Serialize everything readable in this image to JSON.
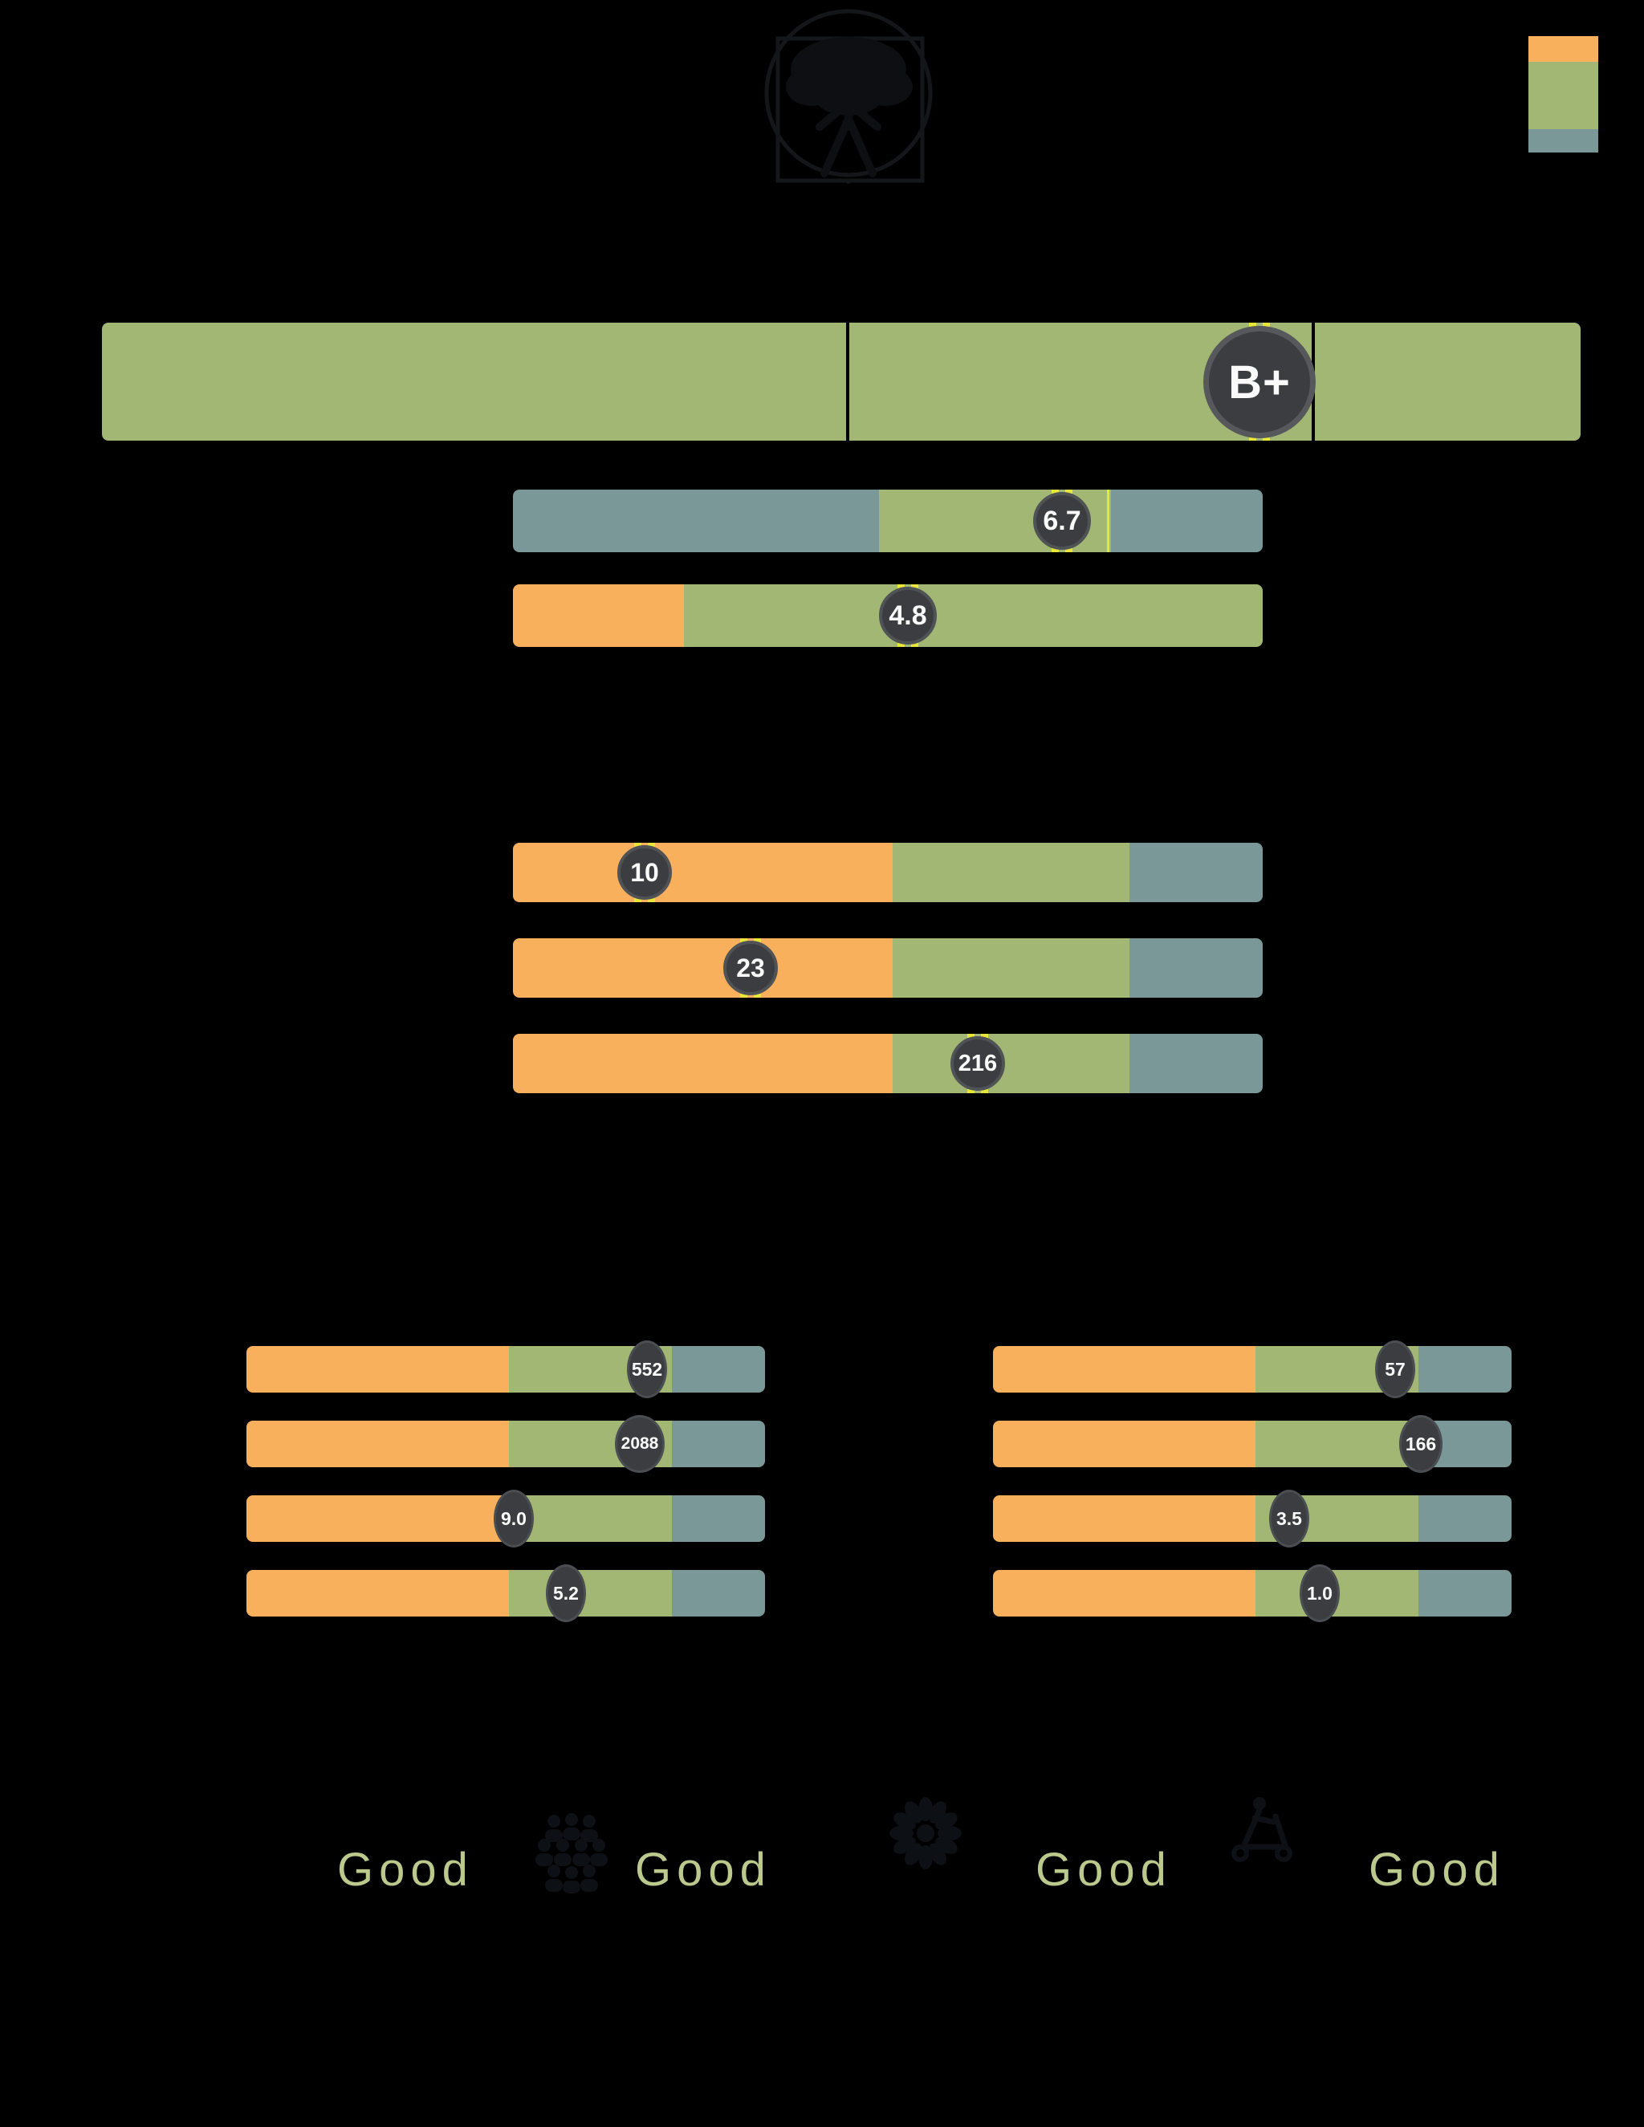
{
  "palette": {
    "background": "#000000",
    "orange": "#F9B05C",
    "green": "#A3B774",
    "teal": "#7A9897",
    "badge_fill": "#3B3D40",
    "badge_ring": "#56585B",
    "marker_yellow": "#E9E63B",
    "rating_text": "#BCC98C",
    "dark_icon": "#0D1014"
  },
  "legend": {
    "swatches": [
      {
        "name": "orange-swatch",
        "color": "#F9B05C"
      },
      {
        "name": "green-swatch",
        "color": "#A3B774"
      },
      {
        "name": "teal-swatch",
        "color": "#7A9897"
      }
    ]
  },
  "grade_bar": {
    "grade": "B+"
  },
  "score_bars": [
    {
      "value": "6.7"
    },
    {
      "value": "4.8"
    }
  ],
  "metric_bars": [
    {
      "value": "10"
    },
    {
      "value": "23"
    },
    {
      "value": "216"
    }
  ],
  "left_metrics": [
    {
      "value": "552"
    },
    {
      "value": "2088"
    },
    {
      "value": "9.0"
    },
    {
      "value": "5.2"
    }
  ],
  "right_metrics": [
    {
      "value": "57"
    },
    {
      "value": "166"
    },
    {
      "value": "3.5"
    },
    {
      "value": "1.0"
    }
  ],
  "ratings": [
    {
      "label": "Good"
    },
    {
      "label": "Good"
    },
    {
      "label": "Good"
    },
    {
      "label": "Good"
    }
  ],
  "chart_data": [
    {
      "type": "bar",
      "title": "overall-grade-scale",
      "value": "B+",
      "badge_pct": 78.3,
      "segments": [
        {
          "color": "green",
          "pct": 50.4
        },
        {
          "color": "green",
          "pct": 31.5
        },
        {
          "color": "green",
          "pct": 18.1
        }
      ],
      "notes": "single green scale split by two black dividers; grade badge sits on second divider"
    },
    {
      "type": "bullet",
      "title": "score-gauge-1",
      "value": 6.7,
      "badge_pct": 73.2,
      "marker_line_pct": 79.6,
      "segments": [
        {
          "color": "teal",
          "pct": 48.8
        },
        {
          "color": "green",
          "pct": 31.0
        },
        {
          "color": "teal",
          "pct": 20.2
        }
      ]
    },
    {
      "type": "bullet",
      "title": "score-gauge-2",
      "value": 4.8,
      "badge_pct": 52.7,
      "segments": [
        {
          "color": "orange",
          "pct": 22.8
        },
        {
          "color": "green",
          "pct": 77.2
        }
      ]
    },
    {
      "type": "bullet",
      "title": "metric-gauge-1",
      "value": 10,
      "badge_pct": 17.6,
      "segments": [
        {
          "color": "orange",
          "pct": 50.6
        },
        {
          "color": "green",
          "pct": 31.6
        },
        {
          "color": "teal",
          "pct": 17.8
        }
      ]
    },
    {
      "type": "bullet",
      "title": "metric-gauge-2",
      "value": 23,
      "badge_pct": 31.7,
      "segments": [
        {
          "color": "orange",
          "pct": 50.6
        },
        {
          "color": "green",
          "pct": 31.6
        },
        {
          "color": "teal",
          "pct": 17.8
        }
      ]
    },
    {
      "type": "bullet",
      "title": "metric-gauge-3",
      "value": 216,
      "badge_pct": 62.0,
      "segments": [
        {
          "color": "orange",
          "pct": 50.6
        },
        {
          "color": "green",
          "pct": 31.6
        },
        {
          "color": "teal",
          "pct": 17.8
        }
      ]
    },
    {
      "type": "bullet",
      "title": "left-small-gauge-1",
      "value": 552,
      "badge_pct": 77.2,
      "segments": [
        {
          "color": "orange",
          "pct": 50.6
        },
        {
          "color": "green",
          "pct": 31.4
        },
        {
          "color": "teal",
          "pct": 18.0
        }
      ]
    },
    {
      "type": "bullet",
      "title": "left-small-gauge-2",
      "value": 2088,
      "badge_pct": 75.9,
      "segments": [
        {
          "color": "orange",
          "pct": 50.6
        },
        {
          "color": "green",
          "pct": 31.4
        },
        {
          "color": "teal",
          "pct": 18.0
        }
      ]
    },
    {
      "type": "bullet",
      "title": "left-small-gauge-3",
      "value": 9.0,
      "badge_pct": 51.5,
      "segments": [
        {
          "color": "orange",
          "pct": 50.6
        },
        {
          "color": "green",
          "pct": 31.4
        },
        {
          "color": "teal",
          "pct": 18.0
        }
      ]
    },
    {
      "type": "bullet",
      "title": "left-small-gauge-4",
      "value": 5.2,
      "badge_pct": 61.6,
      "segments": [
        {
          "color": "orange",
          "pct": 50.6
        },
        {
          "color": "green",
          "pct": 31.4
        },
        {
          "color": "teal",
          "pct": 18.0
        }
      ]
    },
    {
      "type": "bullet",
      "title": "right-small-gauge-1",
      "value": 57,
      "badge_pct": 77.6,
      "segments": [
        {
          "color": "orange",
          "pct": 50.6
        },
        {
          "color": "green",
          "pct": 31.4
        },
        {
          "color": "teal",
          "pct": 18.0
        }
      ]
    },
    {
      "type": "bullet",
      "title": "right-small-gauge-2",
      "value": 166,
      "badge_pct": 82.5,
      "segments": [
        {
          "color": "orange",
          "pct": 50.6
        },
        {
          "color": "green",
          "pct": 31.4
        },
        {
          "color": "teal",
          "pct": 18.0
        }
      ]
    },
    {
      "type": "bullet",
      "title": "right-small-gauge-3",
      "value": 3.5,
      "badge_pct": 57.1,
      "segments": [
        {
          "color": "orange",
          "pct": 50.6
        },
        {
          "color": "green",
          "pct": 31.4
        },
        {
          "color": "teal",
          "pct": 18.0
        }
      ]
    },
    {
      "type": "bullet",
      "title": "right-small-gauge-4",
      "value": 1.0,
      "badge_pct": 63.0,
      "segments": [
        {
          "color": "orange",
          "pct": 50.6
        },
        {
          "color": "green",
          "pct": 31.4
        },
        {
          "color": "teal",
          "pct": 18.0
        }
      ]
    }
  ]
}
